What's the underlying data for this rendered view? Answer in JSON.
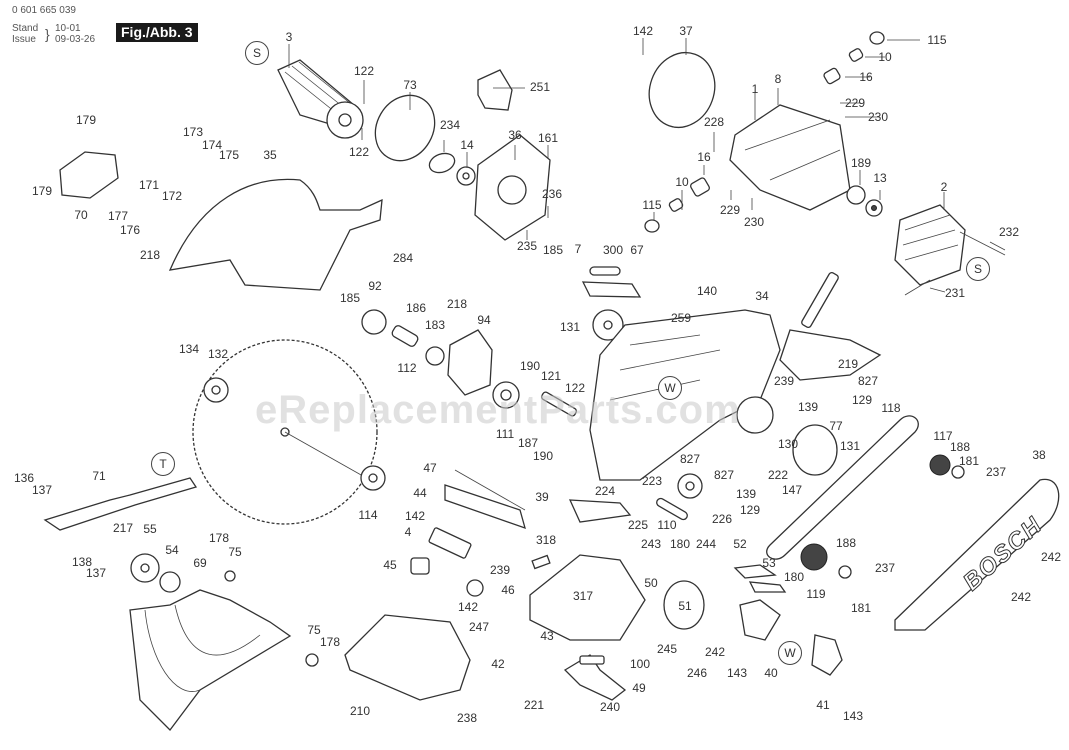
{
  "header": {
    "doc_number": "0 601 665 039",
    "stand_label": "Stand",
    "issue_label": "Issue",
    "stand_value": "10-01",
    "issue_value": "09-03-26",
    "figure_label": "Fig./Abb. 3"
  },
  "watermark": "eReplacementParts.com",
  "brand_on_part": "BOSCH",
  "callouts": [
    "S",
    "S",
    "T",
    "W",
    "W"
  ],
  "part_labels": [
    {
      "id": "3"
    },
    {
      "id": "122"
    },
    {
      "id": "73"
    },
    {
      "id": "122"
    },
    {
      "id": "251"
    },
    {
      "id": "234"
    },
    {
      "id": "14"
    },
    {
      "id": "36"
    },
    {
      "id": "161"
    },
    {
      "id": "236"
    },
    {
      "id": "235"
    },
    {
      "id": "142"
    },
    {
      "id": "37"
    },
    {
      "id": "115"
    },
    {
      "id": "10"
    },
    {
      "id": "16"
    },
    {
      "id": "8"
    },
    {
      "id": "1"
    },
    {
      "id": "229"
    },
    {
      "id": "230"
    },
    {
      "id": "228"
    },
    {
      "id": "16"
    },
    {
      "id": "10"
    },
    {
      "id": "115"
    },
    {
      "id": "229"
    },
    {
      "id": "230"
    },
    {
      "id": "189"
    },
    {
      "id": "13"
    },
    {
      "id": "2"
    },
    {
      "id": "232"
    },
    {
      "id": "231"
    },
    {
      "id": "179"
    },
    {
      "id": "179"
    },
    {
      "id": "70"
    },
    {
      "id": "173"
    },
    {
      "id": "174"
    },
    {
      "id": "175"
    },
    {
      "id": "35"
    },
    {
      "id": "171"
    },
    {
      "id": "172"
    },
    {
      "id": "177"
    },
    {
      "id": "176"
    },
    {
      "id": "218"
    },
    {
      "id": "284"
    },
    {
      "id": "185"
    },
    {
      "id": "92"
    },
    {
      "id": "186"
    },
    {
      "id": "218"
    },
    {
      "id": "183"
    },
    {
      "id": "94"
    },
    {
      "id": "112"
    },
    {
      "id": "185"
    },
    {
      "id": "7"
    },
    {
      "id": "300"
    },
    {
      "id": "67"
    },
    {
      "id": "140"
    },
    {
      "id": "131"
    },
    {
      "id": "259"
    },
    {
      "id": "34"
    },
    {
      "id": "219"
    },
    {
      "id": "827"
    },
    {
      "id": "239"
    },
    {
      "id": "139"
    },
    {
      "id": "129"
    },
    {
      "id": "77"
    },
    {
      "id": "130"
    },
    {
      "id": "131"
    },
    {
      "id": "118"
    },
    {
      "id": "827"
    },
    {
      "id": "827"
    },
    {
      "id": "139"
    },
    {
      "id": "129"
    },
    {
      "id": "222"
    },
    {
      "id": "147"
    },
    {
      "id": "134"
    },
    {
      "id": "132"
    },
    {
      "id": "190"
    },
    {
      "id": "121"
    },
    {
      "id": "122"
    },
    {
      "id": "111"
    },
    {
      "id": "187"
    },
    {
      "id": "190"
    },
    {
      "id": "114"
    },
    {
      "id": "117"
    },
    {
      "id": "188"
    },
    {
      "id": "181"
    },
    {
      "id": "237"
    },
    {
      "id": "38"
    },
    {
      "id": "136"
    },
    {
      "id": "137"
    },
    {
      "id": "71"
    },
    {
      "id": "217"
    },
    {
      "id": "55"
    },
    {
      "id": "138"
    },
    {
      "id": "137"
    },
    {
      "id": "54"
    },
    {
      "id": "69"
    },
    {
      "id": "178"
    },
    {
      "id": "75"
    },
    {
      "id": "75"
    },
    {
      "id": "178"
    },
    {
      "id": "47"
    },
    {
      "id": "44"
    },
    {
      "id": "142"
    },
    {
      "id": "4"
    },
    {
      "id": "45"
    },
    {
      "id": "239"
    },
    {
      "id": "46"
    },
    {
      "id": "142"
    },
    {
      "id": "247"
    },
    {
      "id": "42"
    },
    {
      "id": "210"
    },
    {
      "id": "238"
    },
    {
      "id": "39"
    },
    {
      "id": "224"
    },
    {
      "id": "223"
    },
    {
      "id": "225"
    },
    {
      "id": "110"
    },
    {
      "id": "226"
    },
    {
      "id": "318"
    },
    {
      "id": "317"
    },
    {
      "id": "43"
    },
    {
      "id": "243"
    },
    {
      "id": "180"
    },
    {
      "id": "244"
    },
    {
      "id": "52"
    },
    {
      "id": "53"
    },
    {
      "id": "180"
    },
    {
      "id": "50"
    },
    {
      "id": "51"
    },
    {
      "id": "245"
    },
    {
      "id": "246"
    },
    {
      "id": "242"
    },
    {
      "id": "143"
    },
    {
      "id": "40"
    },
    {
      "id": "41"
    },
    {
      "id": "143"
    },
    {
      "id": "100"
    },
    {
      "id": "49"
    },
    {
      "id": "221"
    },
    {
      "id": "240"
    },
    {
      "id": "188"
    },
    {
      "id": "119"
    },
    {
      "id": "237"
    },
    {
      "id": "181"
    },
    {
      "id": "242"
    },
    {
      "id": "242"
    }
  ]
}
